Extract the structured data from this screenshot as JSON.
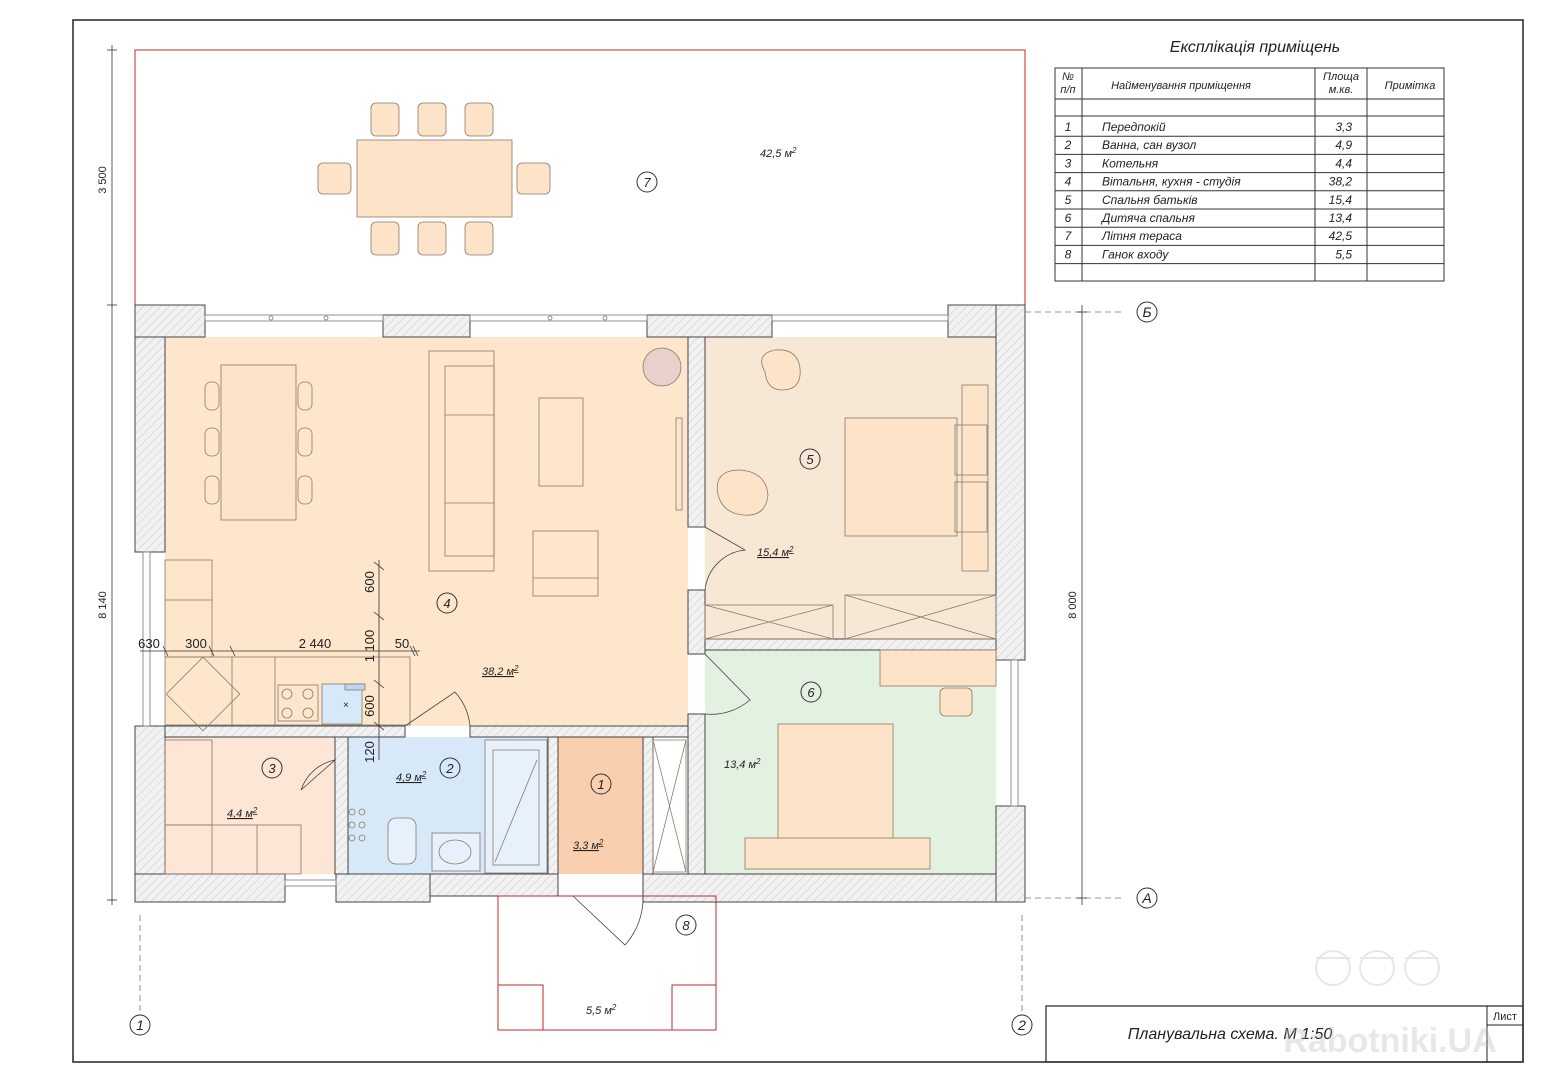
{
  "explication": {
    "title": "Експлікація приміщень",
    "headers": {
      "num_line1": "№",
      "num_line2": "п/п",
      "name": "Найменування приміщення",
      "area_line1": "Площа",
      "area_line2": "м.кв.",
      "note": "Примітка"
    },
    "rows": [
      {
        "num": "1",
        "name": "Передпокій",
        "area": "3,3",
        "note": ""
      },
      {
        "num": "2",
        "name": "Ванна, сан вузол",
        "area": "4,9",
        "note": ""
      },
      {
        "num": "3",
        "name": "Котельня",
        "area": "4,4",
        "note": ""
      },
      {
        "num": "4",
        "name": "Вітальня, кухня - студія",
        "area": "38,2",
        "note": ""
      },
      {
        "num": "5",
        "name": "Спальня батьків",
        "area": "15,4",
        "note": ""
      },
      {
        "num": "6",
        "name": "Дитяча спальня",
        "area": "13,4",
        "note": ""
      },
      {
        "num": "7",
        "name": "Літня тераса",
        "area": "42,5",
        "note": ""
      },
      {
        "num": "8",
        "name": "Ганок входу",
        "area": "5,5",
        "note": ""
      }
    ]
  },
  "rooms": {
    "r1": {
      "num": "1",
      "area": "3,3 м",
      "fill": "#f9cfb0"
    },
    "r2": {
      "num": "2",
      "area": "4,9 м",
      "fill": "#d7e9f9"
    },
    "r3": {
      "num": "3",
      "area": "4,4 м",
      "fill": "#fde6d6"
    },
    "r4": {
      "num": "4",
      "area": "38,2 м",
      "fill": "#fde6cc"
    },
    "r5": {
      "num": "5",
      "area": "15,4 м",
      "fill": "#f6e8d5"
    },
    "r6": {
      "num": "6",
      "area": "13,4 м",
      "fill": "#e3f1e1"
    },
    "r7": {
      "num": "7",
      "area": "42,5 м"
    },
    "r8": {
      "num": "8",
      "area": "5,5 м"
    },
    "sup": "2"
  },
  "dimensions": {
    "d3500": "3 500",
    "d8140": "8 140",
    "d8000": "8 000",
    "d630": "630",
    "d300": "300",
    "d2440": "2 440",
    "d50": "50",
    "d600a": "600",
    "d1100": "1 100",
    "d600b": "600",
    "d120": "120"
  },
  "axes": {
    "b": "Б",
    "a": "А",
    "one": "1",
    "two": "2"
  },
  "stamp": {
    "title": "Планувальна схема. М 1:50",
    "sheet": "Лист"
  },
  "watermark": "Rabotniki.UA",
  "colors": {
    "wall_fill": "#f2f2f2",
    "furniture": "#fde3c8",
    "terrace_line": "#c0282d"
  }
}
